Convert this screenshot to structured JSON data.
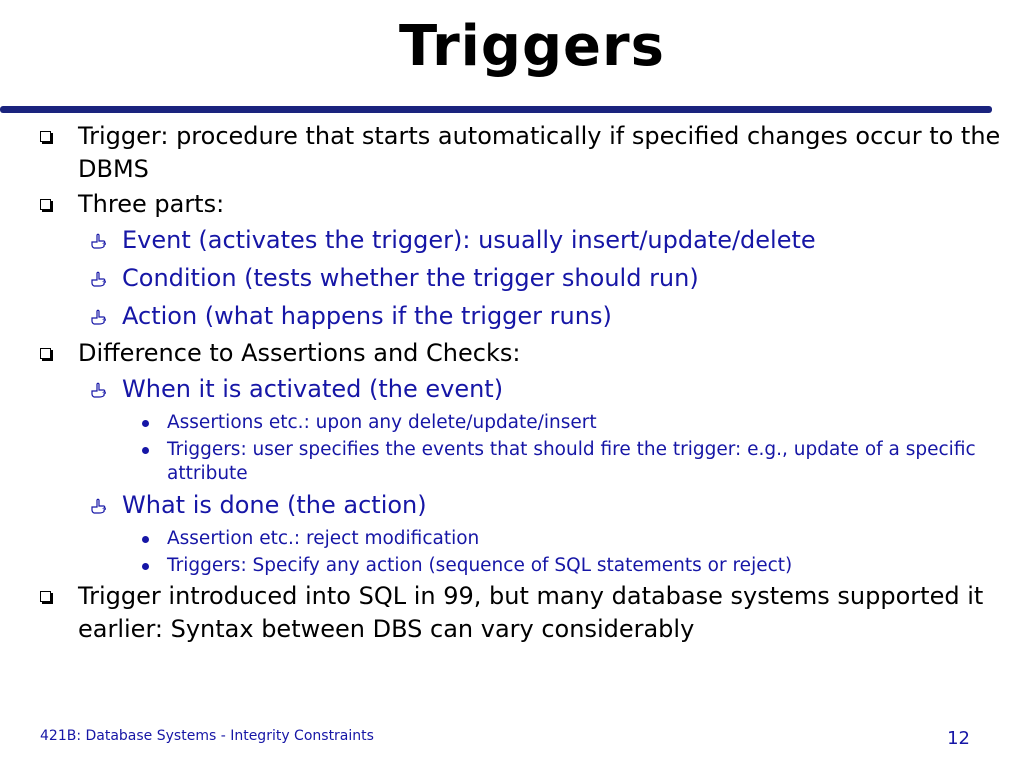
{
  "title": "Triggers",
  "colors": {
    "rule": "#1a237e",
    "accent_text": "#1616a6",
    "body_text": "#000000"
  },
  "icons": {
    "level1": "square-bullet-icon",
    "level2": "pointing-hand-icon",
    "level3": "dot-bullet-icon"
  },
  "bullets": [
    {
      "level": 1,
      "text": "Trigger: procedure that starts automatically if specified changes occur to the DBMS"
    },
    {
      "level": 1,
      "text": "Three parts:"
    },
    {
      "level": 2,
      "text": "Event (activates the trigger): usually insert/update/delete"
    },
    {
      "level": 2,
      "text": "Condition (tests whether the trigger should run)"
    },
    {
      "level": 2,
      "text": "Action (what happens if the trigger runs)"
    },
    {
      "level": 1,
      "text": "Difference to Assertions and Checks:"
    },
    {
      "level": 2,
      "text": "When it is activated (the  event)"
    },
    {
      "level": 3,
      "text": "Assertions  etc.: upon any delete/update/insert"
    },
    {
      "level": 3,
      "text": "Triggers: user specifies the events that should fire the trigger: e.g., update of a specific attribute"
    },
    {
      "level": 2,
      "text": "What is done (the action)"
    },
    {
      "level": 3,
      "text": "Assertion etc.: reject modification"
    },
    {
      "level": 3,
      "text": "Triggers: Specify any action (sequence of SQL statements or reject)"
    },
    {
      "level": 1,
      "text": "Trigger introduced into SQL in 99, but many database systems supported it earlier: Syntax between DBS can vary considerably"
    }
  ],
  "footer": {
    "course": "421B: Database Systems - Integrity Constraints",
    "page_number": "12"
  }
}
